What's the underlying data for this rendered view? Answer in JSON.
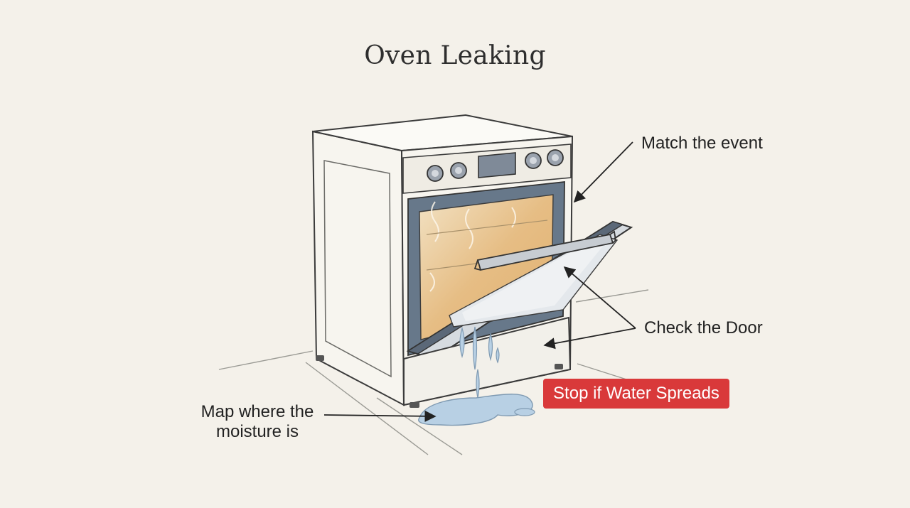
{
  "title": "Oven Leaking",
  "labels": {
    "match_event": "Match the event",
    "check_door": "Check the Door",
    "map_moisture": "Map where the moisture is"
  },
  "warning": {
    "text": "Stop if Water Spreads",
    "color": "#d9393a"
  },
  "colors": {
    "background": "#f4f1ea",
    "oven_body": "#f7f5ef",
    "oven_interior": "#e8c48d",
    "door_frame": "#5b6878",
    "water": "#b8d0e4"
  }
}
